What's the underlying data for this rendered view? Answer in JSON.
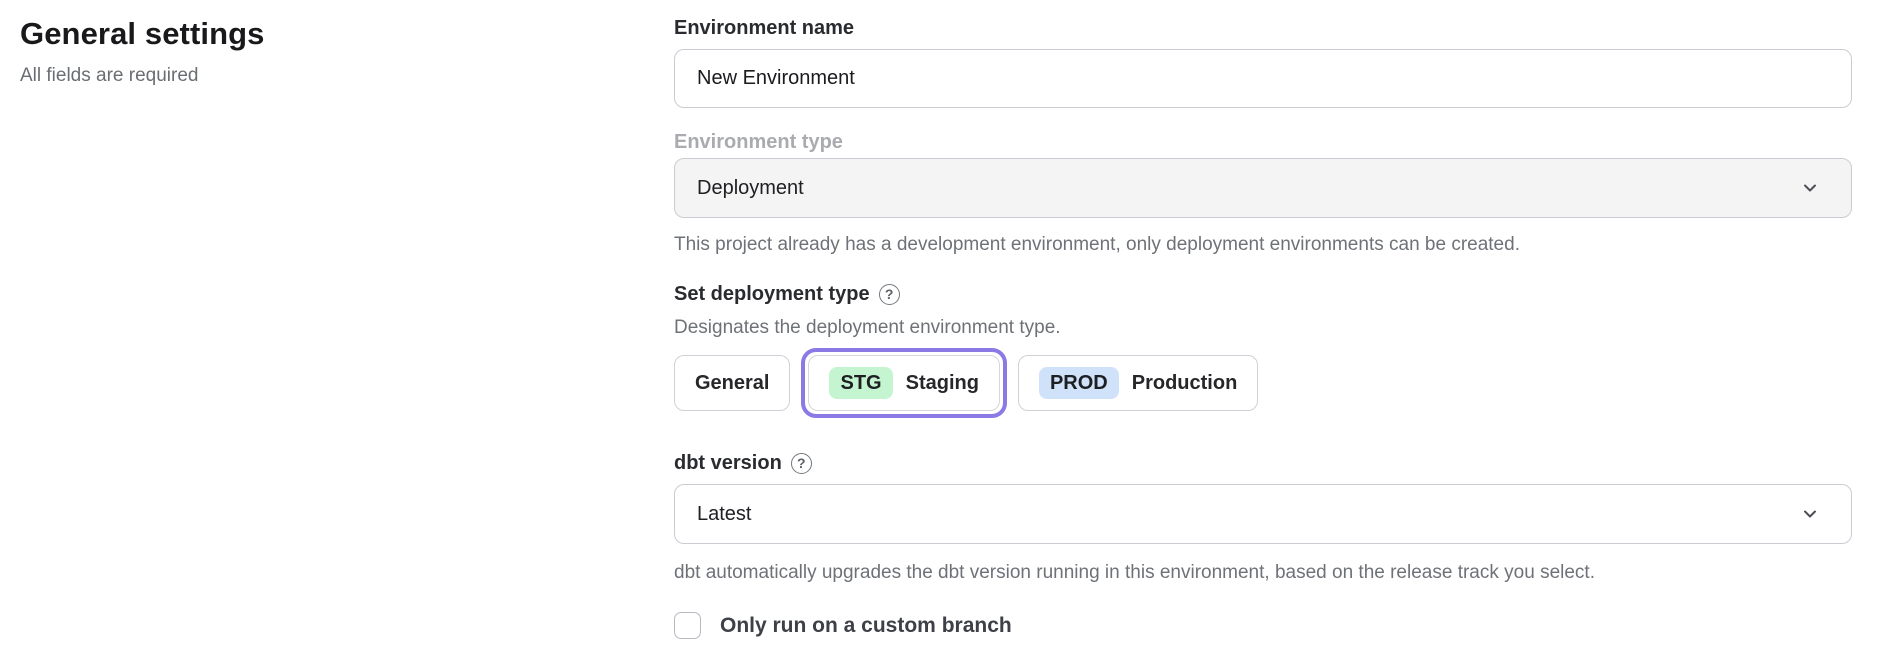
{
  "page": {
    "heading": "General settings",
    "subheading": "All fields are required"
  },
  "form": {
    "environment_name": {
      "label": "Environment name",
      "value": "New Environment"
    },
    "environment_type": {
      "label": "Environment type",
      "value": "Deployment",
      "disabled": true,
      "helper": "This project already has a development environment, only deployment environments can be created."
    },
    "deployment_type": {
      "label": "Set deployment type",
      "helper": "Designates the deployment environment type.",
      "options": [
        {
          "label": "General",
          "badge": "",
          "selected": false
        },
        {
          "label": "Staging",
          "badge": "STG",
          "selected": true
        },
        {
          "label": "Production",
          "badge": "PROD",
          "selected": false
        }
      ]
    },
    "dbt_version": {
      "label": "dbt version",
      "value": "Latest",
      "helper": "dbt automatically upgrades the dbt version running in this environment, based on the release track you select."
    },
    "custom_branch": {
      "label": "Only run on a custom branch",
      "checked": false
    }
  },
  "icons": {
    "help": "?",
    "chevron_down": "chevron-down"
  },
  "colors": {
    "selected_ring": "#8b7ae5",
    "staging_badge": "#c5f5d0",
    "production_badge": "#cfe2fa",
    "disabled_field_bg": "#f4f4f5",
    "field_border": "#c9cdd2",
    "helper_text": "#6e7277"
  }
}
